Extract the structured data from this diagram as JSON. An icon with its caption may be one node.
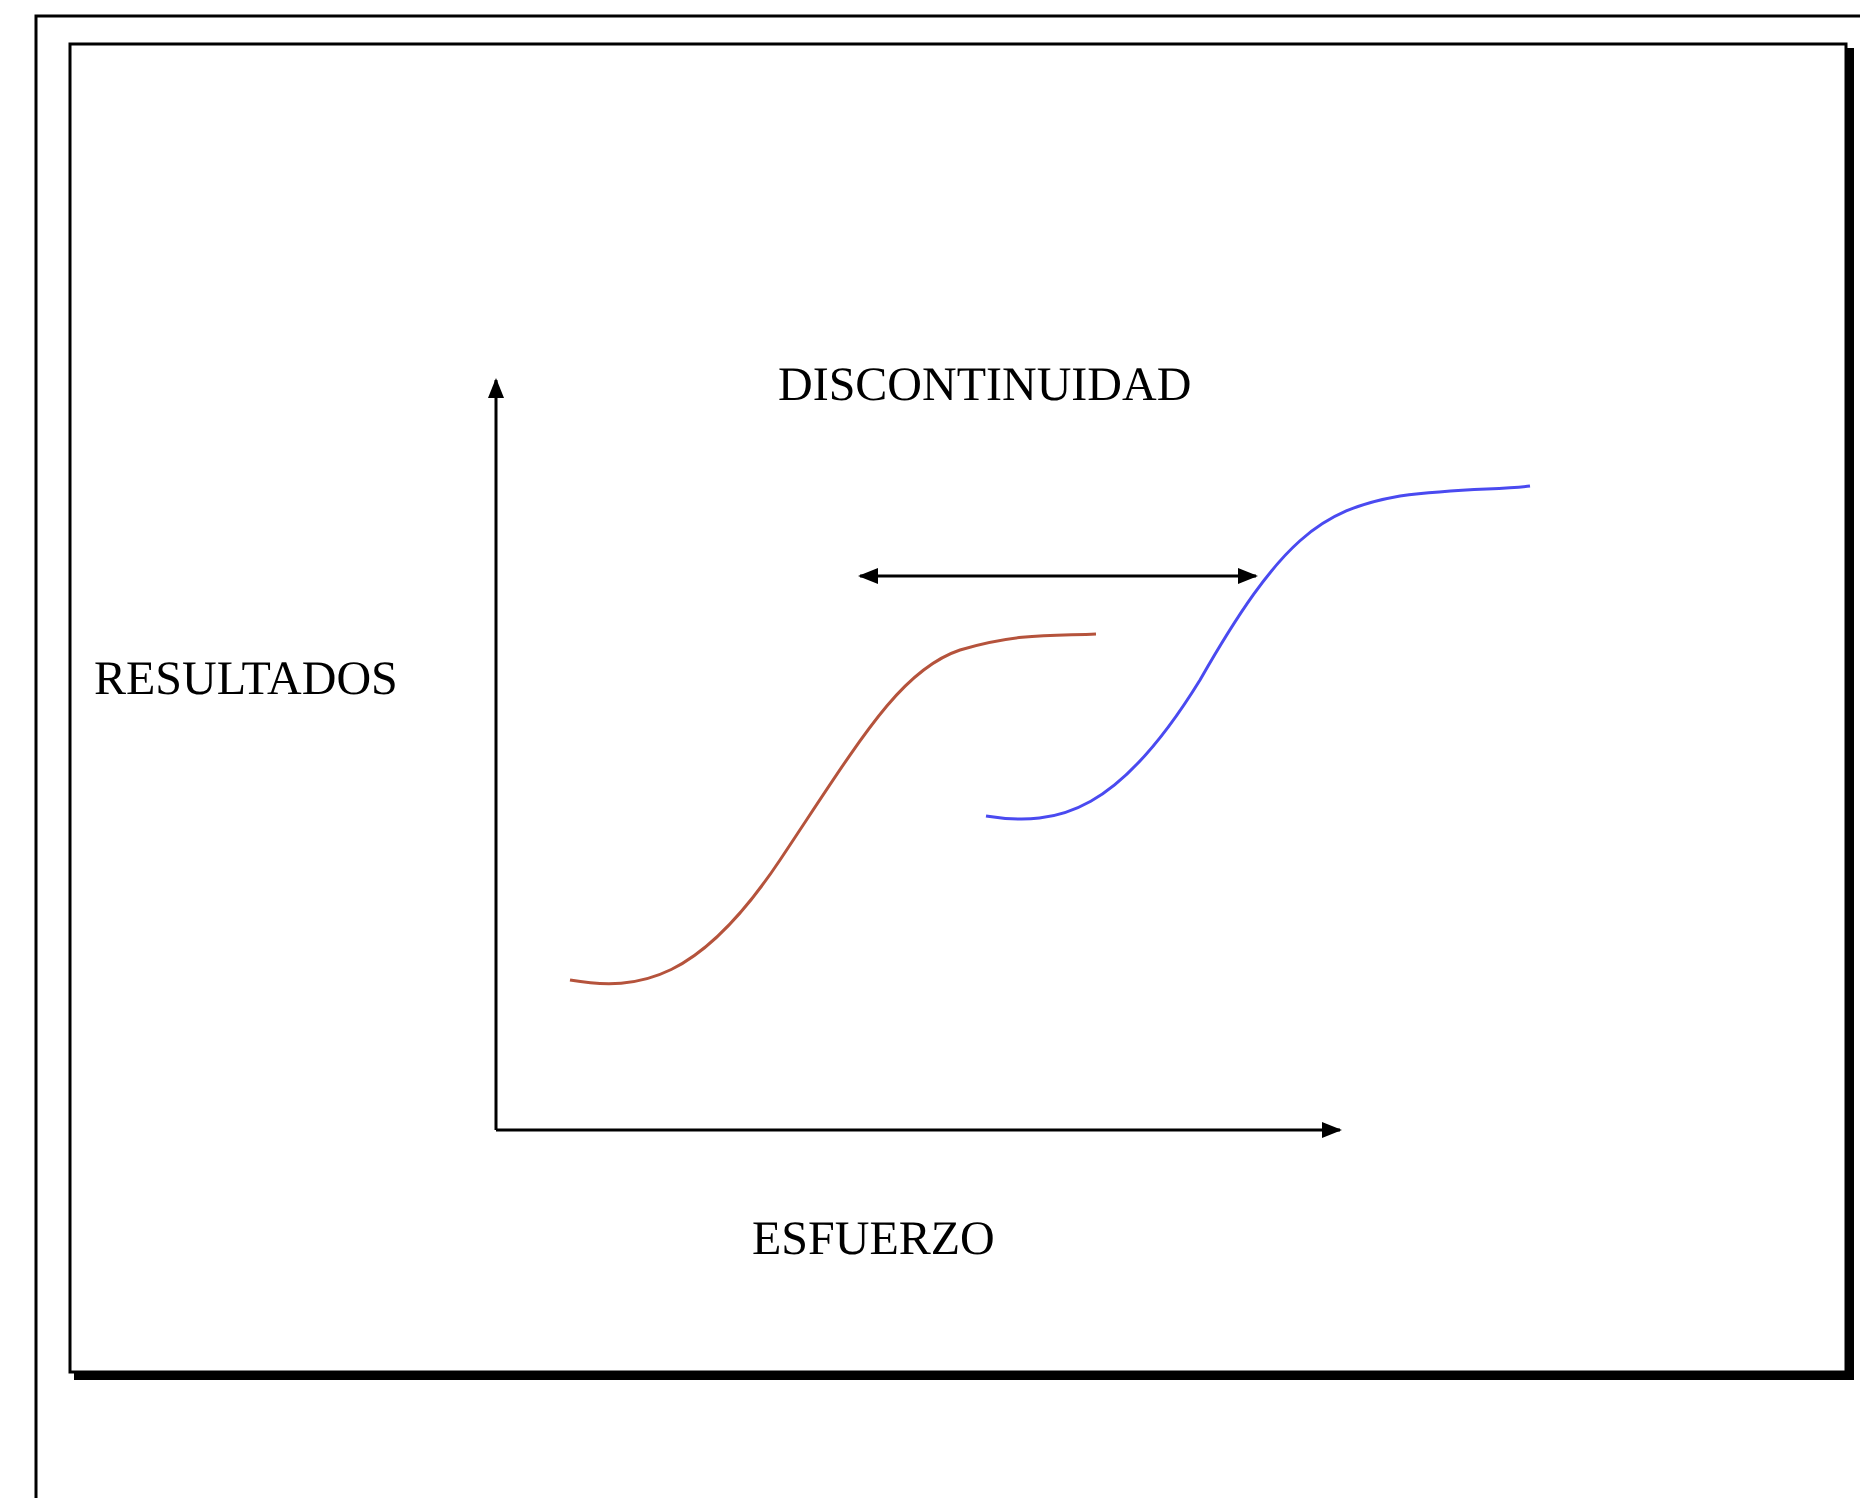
{
  "diagram": {
    "labels": [
      "DISCONTINUIDAD",
      "RESULTADOS",
      "ESFUERZO"
    ]
  }
}
